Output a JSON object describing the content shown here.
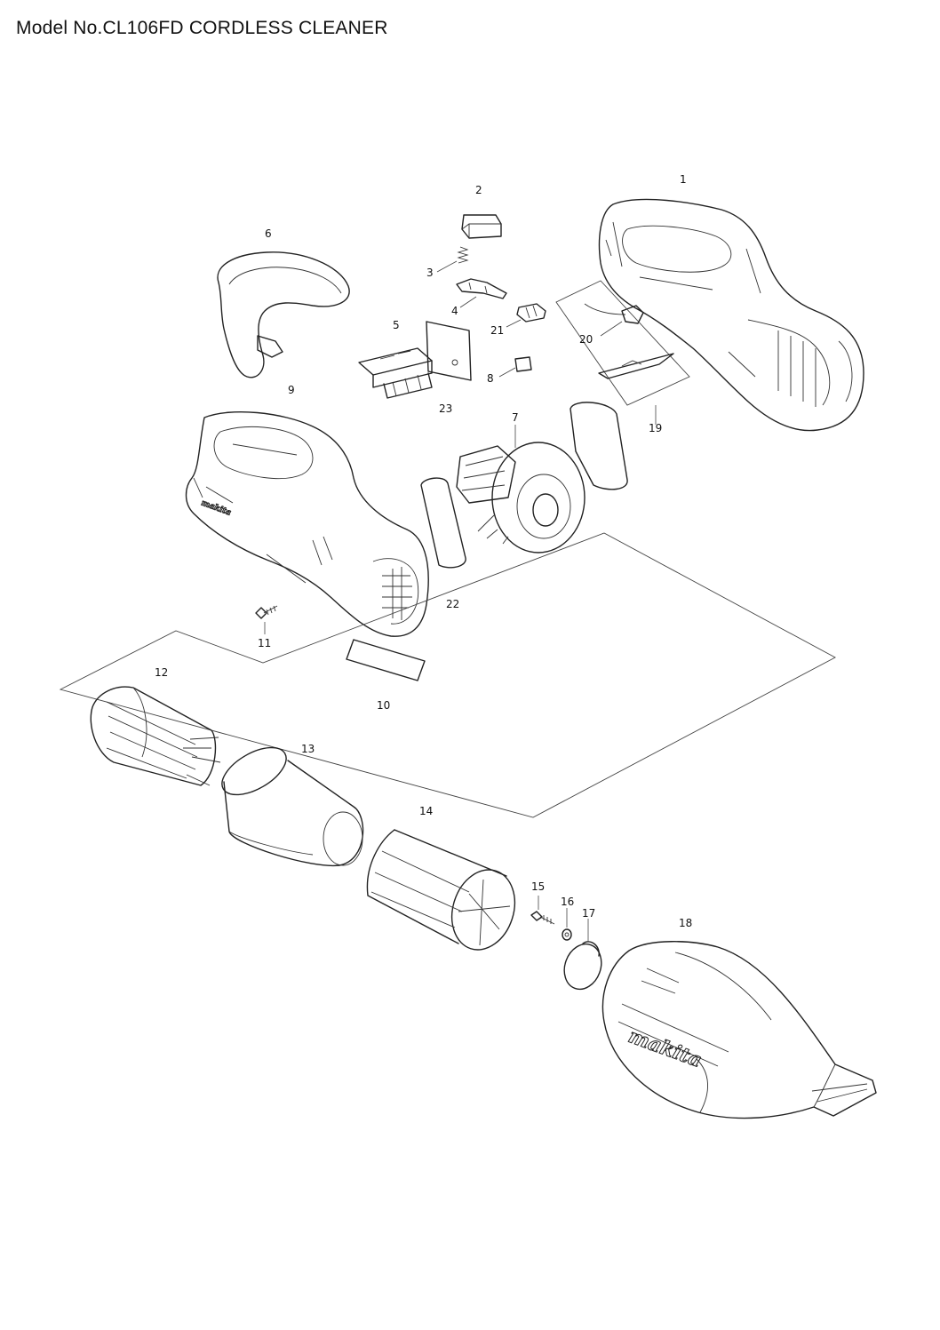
{
  "title": "Model No.CL106FD CORDLESS CLEANER",
  "callouts": {
    "c1": "1",
    "c2": "2",
    "c3": "3",
    "c4": "4",
    "c5": "5",
    "c6": "6",
    "c7": "7",
    "c8": "8",
    "c9": "9",
    "c10": "10",
    "c11": "11",
    "c12": "12",
    "c13": "13",
    "c14": "14",
    "c15": "15",
    "c16": "16",
    "c17": "17",
    "c18": "18",
    "c19": "19",
    "c20": "20",
    "c21": "21",
    "c22": "22",
    "c23": "23"
  },
  "logos": {
    "housing_logo": "makita",
    "nozzle_logo": "makita"
  }
}
